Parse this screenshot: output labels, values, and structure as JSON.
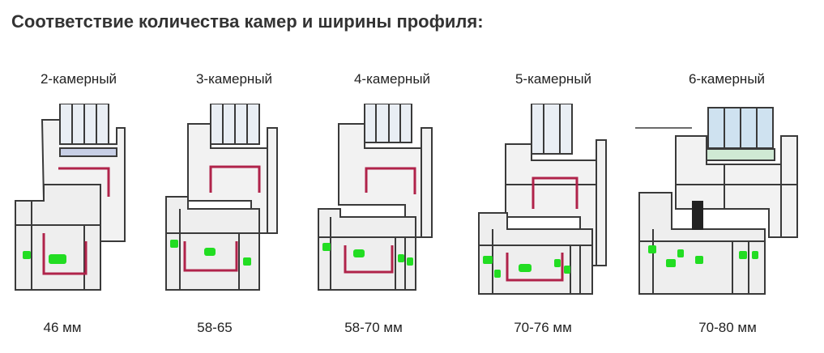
{
  "title": "Соответствие количества камер и ширины профиля:",
  "profiles": [
    {
      "label": "2-камерный",
      "width": "46 мм",
      "chambers": 2
    },
    {
      "label": "3-камерный",
      "width": "58-65",
      "chambers": 3
    },
    {
      "label": "4-камерный",
      "width": "58-70 мм",
      "chambers": 4
    },
    {
      "label": "5-камерный",
      "width": "70-76 мм",
      "chambers": 5
    },
    {
      "label": "6-камерный",
      "width": "70-80 мм",
      "chambers": 6
    }
  ],
  "colors": {
    "outline": "#3a3a3a",
    "reinforcement": "#b0234a",
    "marker": "#22dd22",
    "glass": "#bcd3e6",
    "fill_light": "#f2f2f2",
    "fill_dark": "#d9d9d9"
  }
}
